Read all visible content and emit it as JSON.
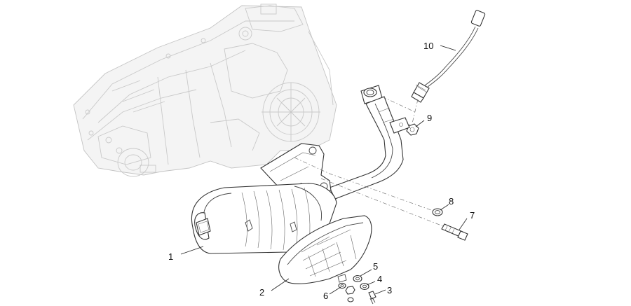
{
  "callouts": [
    {
      "id": "1",
      "text": "1"
    },
    {
      "id": "2",
      "text": "2"
    },
    {
      "id": "3",
      "text": "3"
    },
    {
      "id": "4",
      "text": "4"
    },
    {
      "id": "5",
      "text": "5"
    },
    {
      "id": "6",
      "text": "6"
    },
    {
      "id": "7",
      "text": "7"
    },
    {
      "id": "8",
      "text": "8"
    },
    {
      "id": "9",
      "text": "9"
    },
    {
      "id": "10",
      "text": "10"
    }
  ],
  "colors": {
    "background": "#ffffff",
    "line": "#333333",
    "ghost_engine": "#c9c9c9"
  }
}
